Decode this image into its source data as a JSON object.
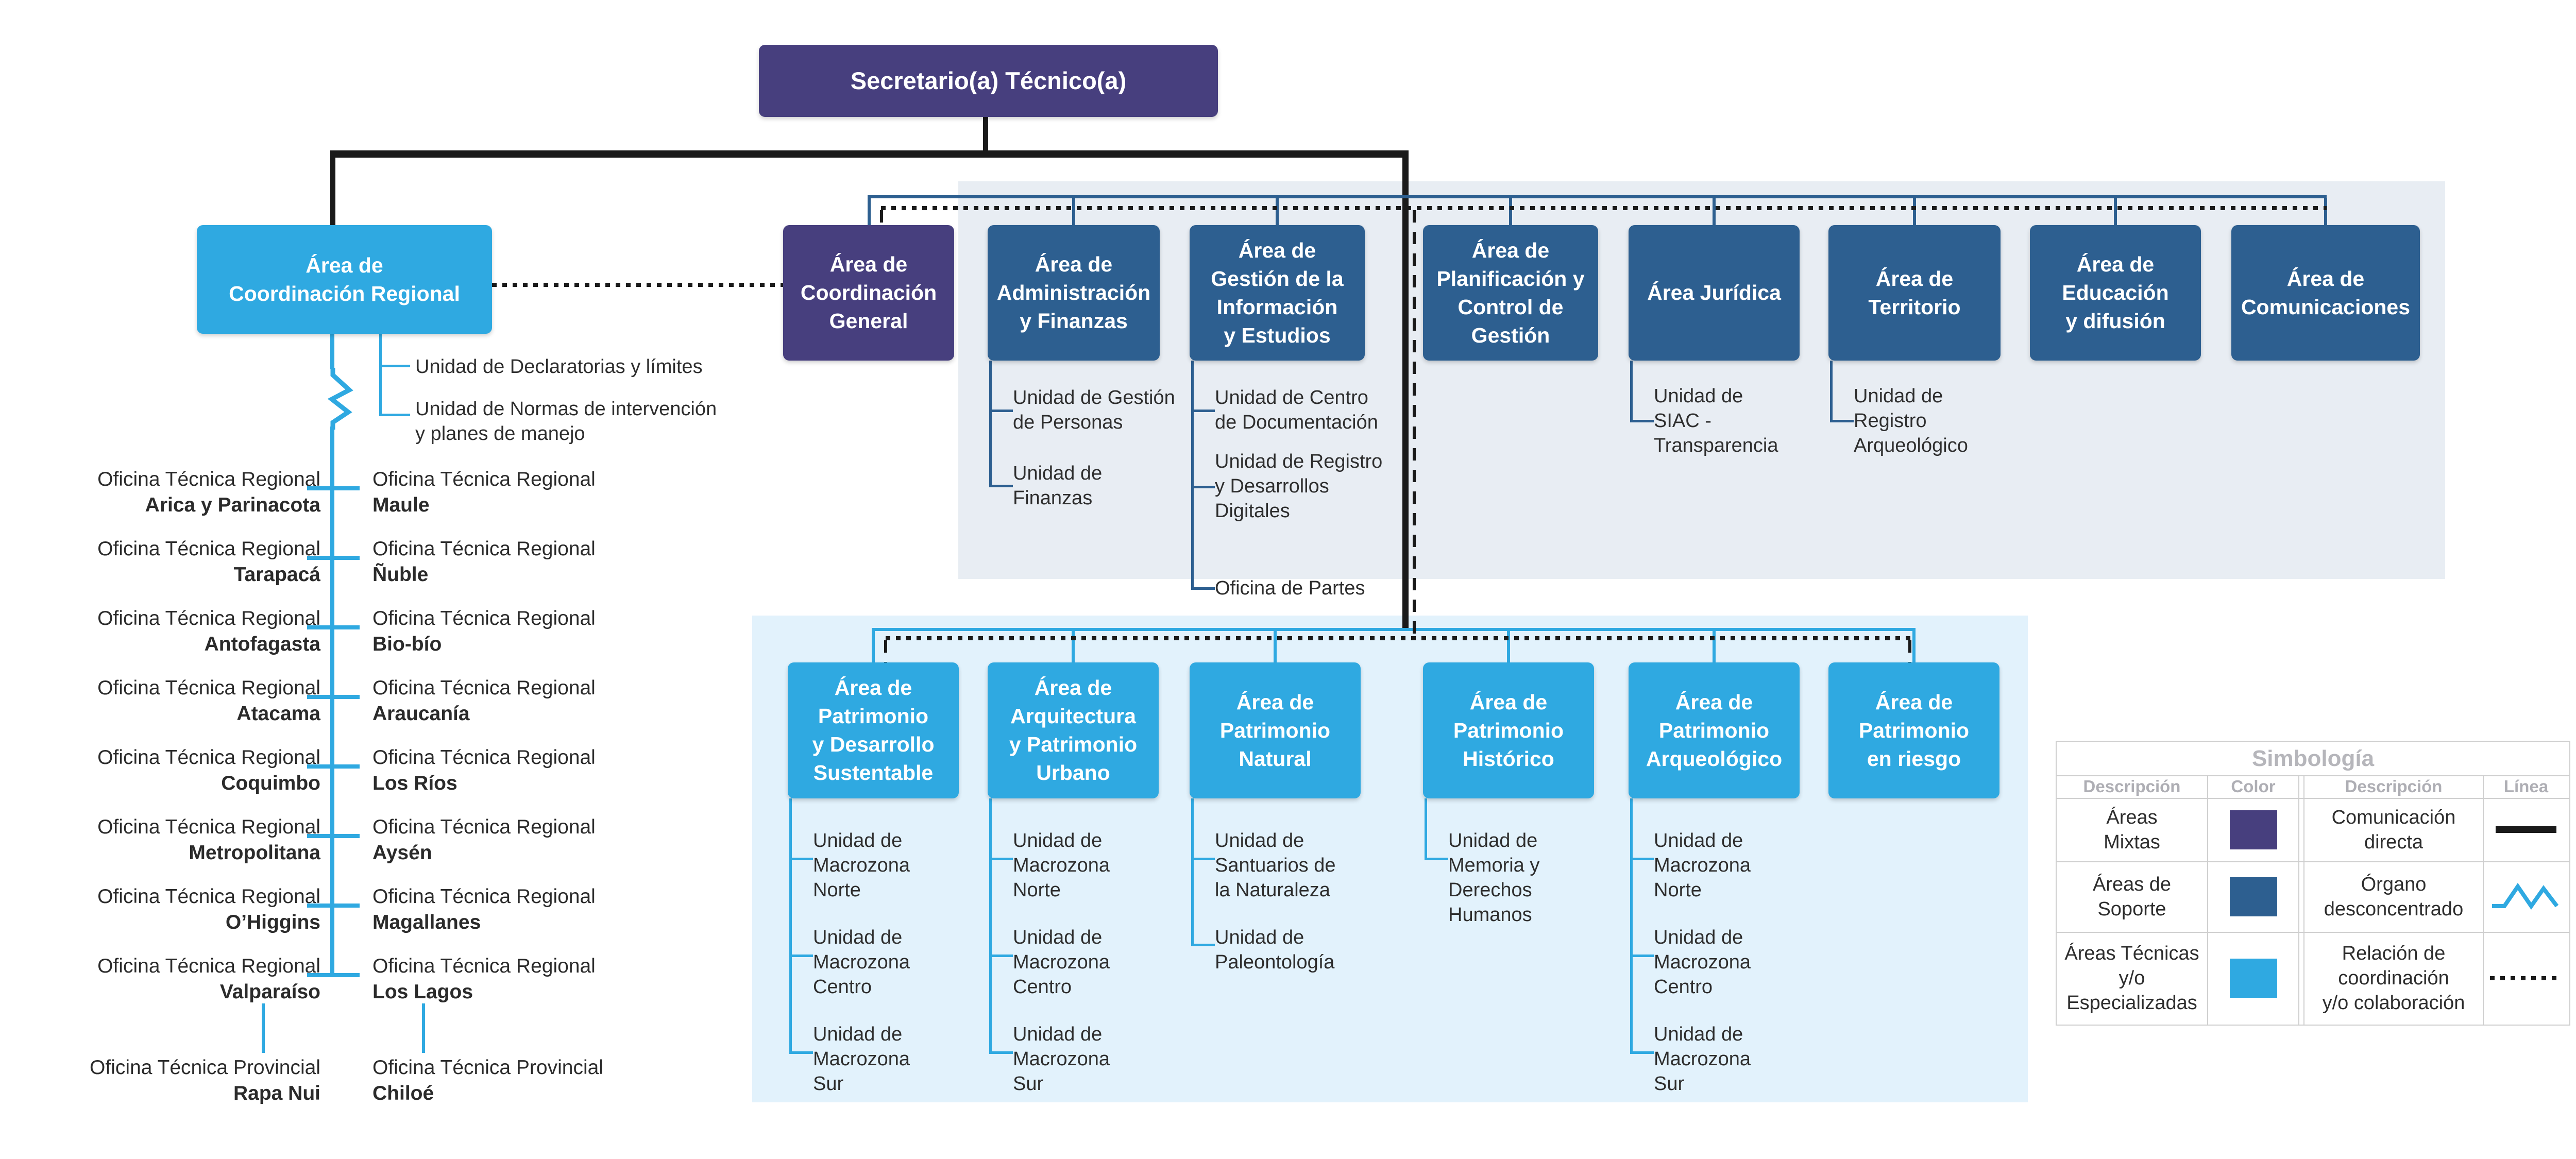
{
  "root": {
    "title": "Secretario(a) Técnico(a)"
  },
  "regional": {
    "title": "Área de\nCoordinación Regional",
    "units": [
      "Unidad de Declaratorias y límites",
      "Unidad de Normas de intervención\ny planes de manejo"
    ],
    "office_label_regional": "Oficina Técnica Regional",
    "office_label_provincial": "Oficina Técnica Provincial",
    "office_rows": [
      {
        "left": "Arica y Parinacota",
        "right": "Maule"
      },
      {
        "left": "Tarapacá",
        "right": "Ñuble"
      },
      {
        "left": "Antofagasta",
        "right": "Bio-bío"
      },
      {
        "left": "Atacama",
        "right": "Araucanía"
      },
      {
        "left": "Coquimbo",
        "right": "Los Ríos"
      },
      {
        "left": "Metropolitana",
        "right": "Aysén"
      },
      {
        "left": "O’Higgins",
        "right": "Magallanes"
      },
      {
        "left": "Valparaíso",
        "right": "Los Lagos"
      }
    ],
    "provincial_row": {
      "left": "Rapa Nui",
      "right": "Chiloé"
    }
  },
  "top_row": {
    "areas": [
      {
        "id": "coordinacion-general",
        "label": "Área de\nCoordinación\nGeneral",
        "type": "mixta",
        "units": []
      },
      {
        "id": "administracion-finanzas",
        "label": "Área de\nAdministración\ny Finanzas",
        "type": "soporte",
        "units": [
          "Unidad de Gestión\nde Personas",
          "Unidad de\nFinanzas"
        ]
      },
      {
        "id": "gestion-informacion",
        "label": "Área de\nGestión de la\nInformación\ny Estudios",
        "type": "soporte",
        "units": [
          "Unidad de Centro\nde Documentación",
          "Unidad de Registro\ny Desarrollos\nDigitales",
          "Oficina de Partes"
        ]
      },
      {
        "id": "planificacion",
        "label": "Área de\nPlanificación y\nControl de\nGestión",
        "type": "soporte",
        "units": []
      },
      {
        "id": "juridica",
        "label": "Área Jurídica",
        "type": "soporte",
        "units": [
          "Unidad de\nSIAC -\nTransparencia"
        ]
      },
      {
        "id": "territorio",
        "label": "Área de\nTerritorio",
        "type": "soporte",
        "units": [
          "Unidad de\nRegistro\nArqueológico"
        ]
      },
      {
        "id": "educacion",
        "label": "Área de\nEducación\ny difusión",
        "type": "soporte",
        "units": []
      },
      {
        "id": "comunicaciones",
        "label": "Área de\nComunicaciones",
        "type": "soporte",
        "units": []
      }
    ]
  },
  "bottom_row": {
    "areas": [
      {
        "id": "patrimonio-sustentable",
        "label": "Área de\nPatrimonio\ny Desarrollo\nSustentable",
        "units": [
          "Unidad de\nMacrozona\nNorte",
          "Unidad de\nMacrozona\nCentro",
          "Unidad de\nMacrozona\nSur"
        ]
      },
      {
        "id": "arquitectura-urbano",
        "label": "Área de\nArquitectura\ny Patrimonio\nUrbano",
        "units": [
          "Unidad de\nMacrozona\nNorte",
          "Unidad de\nMacrozona\nCentro",
          "Unidad de\nMacrozona\nSur"
        ]
      },
      {
        "id": "patrimonio-natural",
        "label": "Área de\nPatrimonio\nNatural",
        "units": [
          "Unidad de\nSantuarios de\nla Naturaleza",
          "Unidad de\nPaleontología"
        ]
      },
      {
        "id": "patrimonio-historico",
        "label": "Área de\nPatrimonio\nHistórico",
        "units": [
          "Unidad de\nMemoria y\nDerechos\nHumanos"
        ]
      },
      {
        "id": "patrimonio-arqueologico",
        "label": "Área de\nPatrimonio\nArqueológico",
        "units": [
          "Unidad de\nMacrozona\nNorte",
          "Unidad de\nMacrozona\nCentro",
          "Unidad de\nMacrozona\nSur"
        ]
      },
      {
        "id": "patrimonio-riesgo",
        "label": "Área de\nPatrimonio\nen riesgo",
        "units": []
      }
    ]
  },
  "legend": {
    "title": "Simbología",
    "headers": [
      "Descripción",
      "Color",
      "Descripción",
      "Línea"
    ],
    "color_rows": [
      {
        "label": "Áreas\nMixtas",
        "color": "#473F7E"
      },
      {
        "label": "Áreas de\nSoporte",
        "color": "#2D5F90"
      },
      {
        "label": "Áreas Técnicas\ny/o\nEspecializadas",
        "color": "#2FA9E1"
      }
    ],
    "line_rows": [
      {
        "label": "Comunicación\ndirecta",
        "line": "solid"
      },
      {
        "label": "Órgano\ndesconcentrado",
        "line": "zigzag"
      },
      {
        "label": "Relación de\ncoordinación\ny/o colaboración",
        "line": "dotted"
      }
    ]
  },
  "colors": {
    "mixta": "#473F7E",
    "soporte": "#2D5F90",
    "tecnica": "#2FA9E1",
    "panel_top": "#E8EDF3",
    "panel_bottom": "#E2F2FC",
    "line_black": "#1A1A1A"
  }
}
